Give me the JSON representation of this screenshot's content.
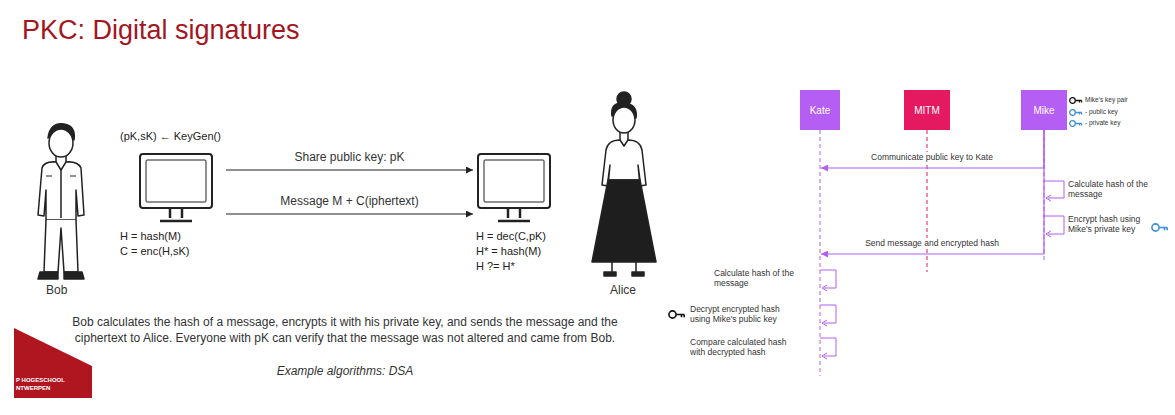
{
  "diagram": {
    "title": "PKC: Digital signatures",
    "caption": "Bob calculates the hash of a message, encrypts it with his private key, and sends the message and the ciphertext to Alice. Everyone with pK can verify that the message was not altered and came from Bob.",
    "nodes": [
      {
        "text": [
          "(pK,sK) ← KeyGen()",
          "H = hash(M)",
          "C = enc(H,sK)"
        ]
      },
      {
        "text": [
          "H = dec(C,pK)",
          "H* = hash(M)",
          "H ?= H*"
        ]
      },
      {
        "text": [
          "Kate"
        ]
      },
      {
        "text": [
          "MITM"
        ]
      },
      {
        "text": [
          "Mike"
        ]
      }
    ],
    "edges": [
      {
        "from": 0,
        "to": 1,
        "label": "Share public key: pK",
        "arrow": "to"
      },
      {
        "from": 0,
        "to": 1,
        "label": "Message M + C(iphertext)",
        "arrow": "to"
      },
      {
        "from": 4,
        "to": 2,
        "label": "Communicate public key to Kate",
        "arrow": "to"
      },
      {
        "from": 4,
        "to": 2,
        "label": "Send message and encrypted hash",
        "arrow": "to"
      }
    ],
    "labels": [
      "Bob",
      "Alice",
      "Example algorithms: DSA",
      "P HOGESCHOOL",
      "NTWERPEN",
      "Calculate hash of the message",
      "Encrypt hash using Mike's private key",
      "Calculate hash of the message",
      "Decrypt encrypted hash using Mike's public key",
      "Compare calculated hash with decrypted hash"
    ],
    "legend": [
      {
        "text": "Mike's key pair"
      },
      {
        "text": "- public key"
      },
      {
        "text": "- private key"
      }
    ]
  }
}
